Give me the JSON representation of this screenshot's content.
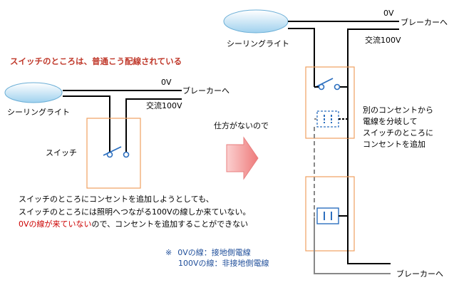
{
  "left": {
    "heading": "スイッチのところは、普通こう配線されている",
    "ceiling_light": "シーリングライト",
    "zero_v": "0V",
    "to_breaker": "ブレーカーへ",
    "ac_100v": "交流100V",
    "switch_label": "スイッチ",
    "explanation": {
      "line1": "スイッチのところにコンセントを追加しようとしても、",
      "line2": "スイッチのところには照明へつながる100Vの線しか来ていない。",
      "line3_red": "0Vの線が来ていない",
      "line3_rest": "ので、コンセントを追加することができない"
    }
  },
  "middle": {
    "caption": "仕方がないので"
  },
  "right": {
    "zero_v": "0V",
    "to_breaker_top": "ブレーカーへ",
    "ceiling_light": "シーリングライト",
    "ac_100v": "交流100V",
    "note": {
      "line1": "別のコンセントから",
      "line2": "電線を分岐して",
      "line3": "スイッチのところに",
      "line4": "コンセントを追加"
    },
    "to_breaker_bottom": "ブレーカーへ"
  },
  "legend": {
    "mark": "※",
    "line1": "0Vの線：接地側電線",
    "line2": "100Vの線：非接地側電線"
  },
  "colors": {
    "wire": "#000000",
    "dashed_wire": "#888888",
    "box_border": "#f0a060",
    "ellipse_fill": "#bfe3f5",
    "ellipse_stroke": "#6aaed6",
    "switch_blue": "#2c6fbf",
    "arrow_fill": "#f28e8e",
    "red_text": "#cc0000",
    "legend_blue": "#1f4e9a"
  }
}
